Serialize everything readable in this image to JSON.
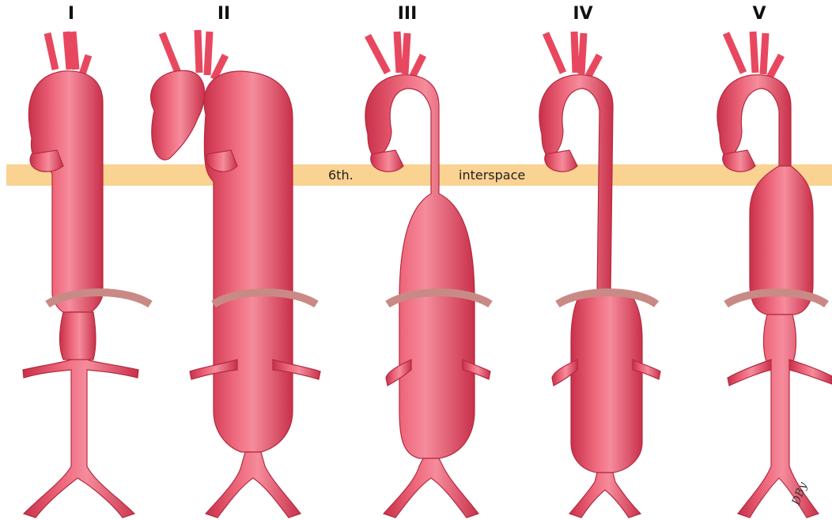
{
  "diagram": {
    "types": [
      {
        "id": "I",
        "label": "I"
      },
      {
        "id": "II",
        "label": "II"
      },
      {
        "id": "III",
        "label": "III"
      },
      {
        "id": "IV",
        "label": "IV"
      },
      {
        "id": "V",
        "label": "V"
      }
    ],
    "band": {
      "left_label": "6th.",
      "right_label": "interspace"
    },
    "signature": "DBy",
    "colors": {
      "aorta": "#e8485f",
      "aorta_light": "#f4899a",
      "aorta_stroke": "#b52a3f",
      "band": "#fad292",
      "diaphragm": "#c98a86"
    }
  }
}
